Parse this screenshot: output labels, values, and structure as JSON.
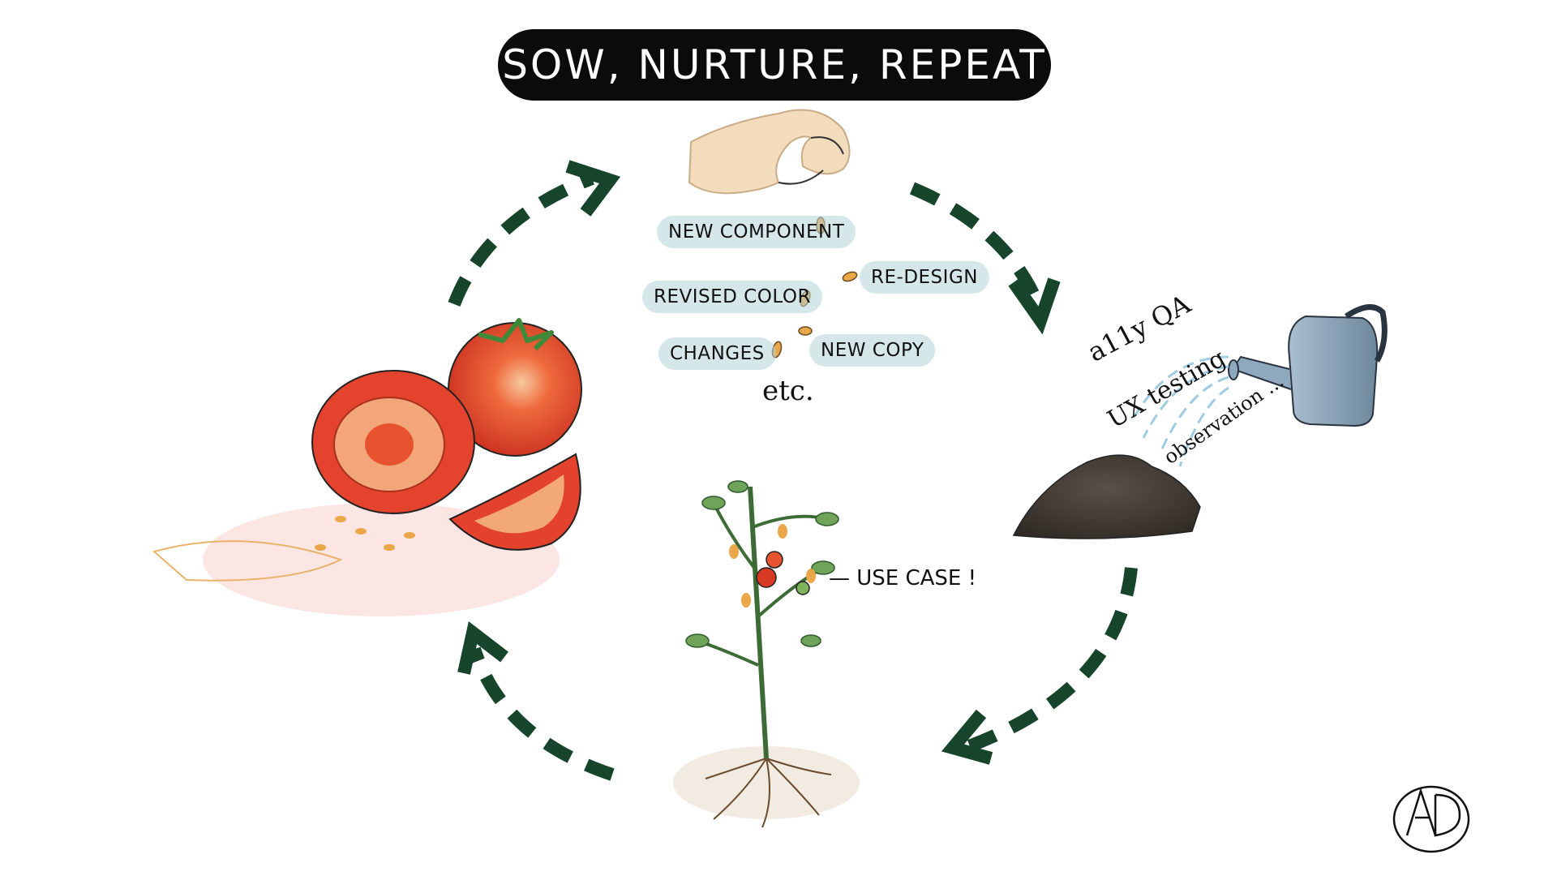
{
  "title": "SOW, NURTURE, REPEAT",
  "seed_tags": {
    "new_component": "NEW COMPONENT",
    "revised_color": "REVISED COLOR",
    "re_design": "RE-DESIGN",
    "changes": "CHANGES",
    "new_copy": "NEW COPY",
    "etc": "etc."
  },
  "watering": {
    "a11y_qa": "a11y QA",
    "ux_testing": "UX testing",
    "observation": "observation ..."
  },
  "growth": {
    "use_case": "— USE CASE !"
  },
  "colors": {
    "arrow": "#17452b",
    "tag_bg": "#b5d4d7",
    "tomato": "#e0402a",
    "soil": "#3f3a33",
    "can": "#8ea8be",
    "seed": "#e9a74a"
  },
  "icons": [
    "hand-icon",
    "seed-icon",
    "watering-can-icon",
    "soil-mound-icon",
    "plant-icon",
    "tomato-icon",
    "signature-icon"
  ]
}
